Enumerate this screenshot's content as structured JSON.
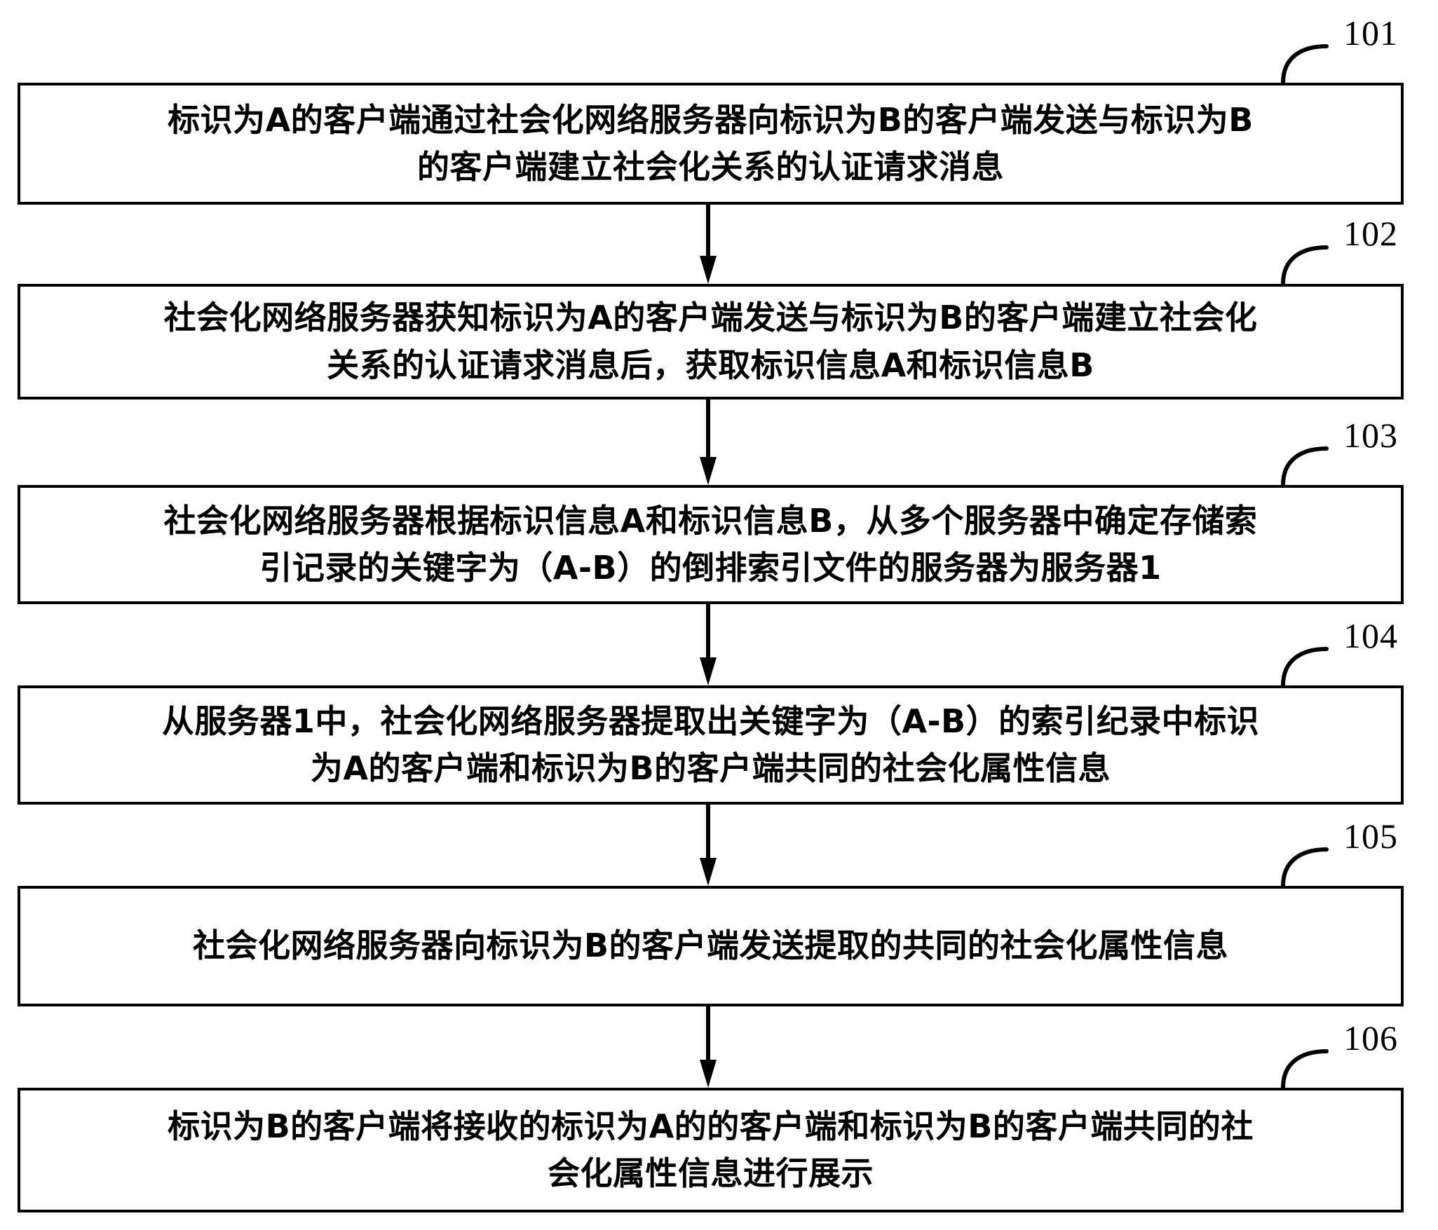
{
  "diagram": {
    "type": "patent-flowchart",
    "orientation": "vertical",
    "colors": {
      "background": "#ffffff",
      "stroke": "#000000",
      "text": "#000000"
    },
    "steps": [
      {
        "ref": "101",
        "text": "标识为A的客户端通过社会化网络服务器向标识为B的客户端发送与标识为B\n的客户端建立社会化关系的认证请求消息"
      },
      {
        "ref": "102",
        "text": "社会化网络服务器获知标识为A的客户端发送与标识为B的客户端建立社会化\n关系的认证请求消息后，获取标识信息A和标识信息B"
      },
      {
        "ref": "103",
        "text": "社会化网络服务器根据标识信息A和标识信息B，从多个服务器中确定存储索\n引记录的关键字为（A-B）的倒排索引文件的服务器为服务器1"
      },
      {
        "ref": "104",
        "text": "从服务器1中，社会化网络服务器提取出关键字为（A-B）的索引纪录中标识\n为A的客户端和标识为B的客户端共同的社会化属性信息"
      },
      {
        "ref": "105",
        "text": "社会化网络服务器向标识为B的客户端发送提取的共同的社会化属性信息"
      },
      {
        "ref": "106",
        "text": "标识为B的客户端将接收的标识为A的的客户端和标识为B的客户端共同的社\n会化属性信息进行展示"
      }
    ],
    "connectors": [
      {
        "from": "101",
        "to": "102",
        "icon": "down-arrow-icon"
      },
      {
        "from": "102",
        "to": "103",
        "icon": "down-arrow-icon"
      },
      {
        "from": "103",
        "to": "104",
        "icon": "down-arrow-icon"
      },
      {
        "from": "104",
        "to": "105",
        "icon": "down-arrow-icon"
      },
      {
        "from": "105",
        "to": "106",
        "icon": "down-arrow-icon"
      }
    ]
  }
}
